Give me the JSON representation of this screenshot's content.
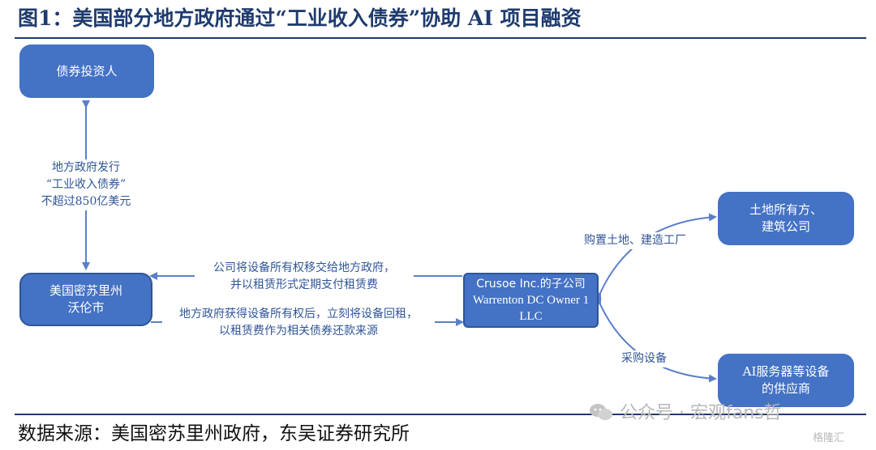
{
  "title": "图1：美国部分地方政府通过“工业收入债券”协助 AI 项目融资",
  "nodes": {
    "investor": "债券投资人",
    "county_line1": "美国密苏里州",
    "county_line2": "沃伦市",
    "crusoe_line1": "Crusoe Inc.的子公司",
    "crusoe_line2": "Warrenton DC Owner 1",
    "crusoe_line3": "LLC",
    "land_line1": "土地所有方、",
    "land_line2": "建筑公司",
    "supplier_line1": "AI服务器等设备",
    "supplier_line2": "的供应商"
  },
  "edge_labels": {
    "bond_line1": "地方政府发行",
    "bond_line2": "“工业收入债券”",
    "bond_line3": "不超过850亿美元",
    "transfer_line1": "公司将设备所有权移交给地方政府，",
    "transfer_line2": "并以租赁形式定期支付租赁费",
    "leaseback_line1": "地方政府获得设备所有权后，立刻将设备回租，",
    "leaseback_line2": "以租赁费作为相关债券还款来源",
    "land_purchase": "购置土地、建造工厂",
    "equipment_purchase": "采购设备"
  },
  "source": "数据来源：美国密苏里州政府，东吴证券研究所",
  "watermark": {
    "main": "公众号 · 宏观fans哲",
    "corner": "格隆汇"
  },
  "colors": {
    "box_fill": "#4472c4",
    "box_border": "#2f5597",
    "text_dark_blue": "#1f3b6e",
    "arrow": "#5b7fc7"
  }
}
